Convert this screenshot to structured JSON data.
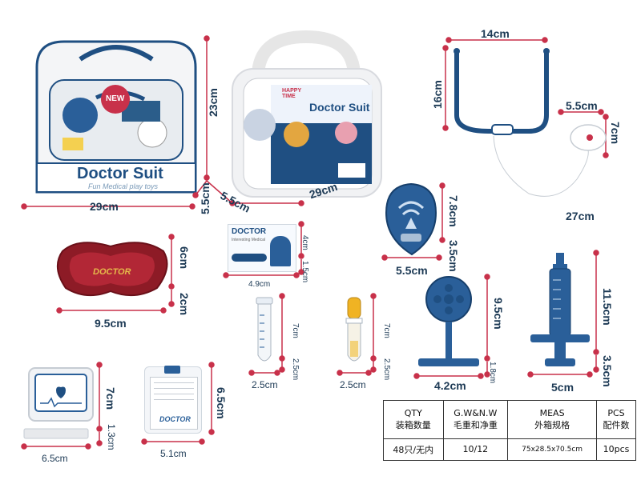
{
  "dimensions": {
    "box_width": "29cm",
    "box_height": "23cm",
    "box_depth_front": "5.5cm",
    "case_depth": "5.5cm",
    "case_width": "29cm",
    "steth_width": "14cm",
    "steth_height": "16cm",
    "steth_chest_w": "5.5cm",
    "steth_chest_h": "7cm",
    "steth_tube": "27cm",
    "shield_h": "7.8cm",
    "shield_w": "5.5cm",
    "shield_d": "3.5cm",
    "tray_h": "6cm",
    "tray_w": "9.5cm",
    "tray_d": "2cm",
    "card_h": "4cm",
    "card_w": "4.9cm",
    "card_d": "1.5cm",
    "tube_h": "7cm",
    "tube_w": "2.5cm",
    "tube_d": "2.5cm",
    "dropper_h": "7cm",
    "dropper_w": "2.5cm",
    "dropper_d": "2.5cm",
    "reflex_h": "9.5cm",
    "reflex_w": "4.2cm",
    "reflex_d": "1.8cm",
    "syringe_h": "11.5cm",
    "syringe_w": "5cm",
    "syringe_d": "3.5cm",
    "monitor_h": "7cm",
    "monitor_w": "6.5cm",
    "monitor_d": "1.3cm",
    "clip_h": "6.5cm",
    "clip_w": "5.1cm"
  },
  "packaging": {
    "brand": "Doctor Suit",
    "tagline": "Fun Medical play toys",
    "new_badge": "NEW",
    "case_label_happy": "HAPPY TIME",
    "case_brand": "Doctor Suit"
  },
  "card": {
    "title": "DOCTOR",
    "subtitle": "Interesting Medical"
  },
  "tray_label": "DOCTOR",
  "clip_label": "DOCTOR",
  "spec_table": {
    "headers_en": [
      "QTY",
      "G.W&N.W",
      "MEAS",
      "PCS"
    ],
    "headers_cn": [
      "装箱数量",
      "毛重和净重",
      "外箱规格",
      "配件数"
    ],
    "values": [
      "48只/无内",
      "10/12",
      "75x28.5x70.5cm",
      "10pcs"
    ]
  },
  "colors": {
    "navy": "#1f4f82",
    "dim_red": "#c8314a",
    "tray_red": "#8d1b26"
  }
}
